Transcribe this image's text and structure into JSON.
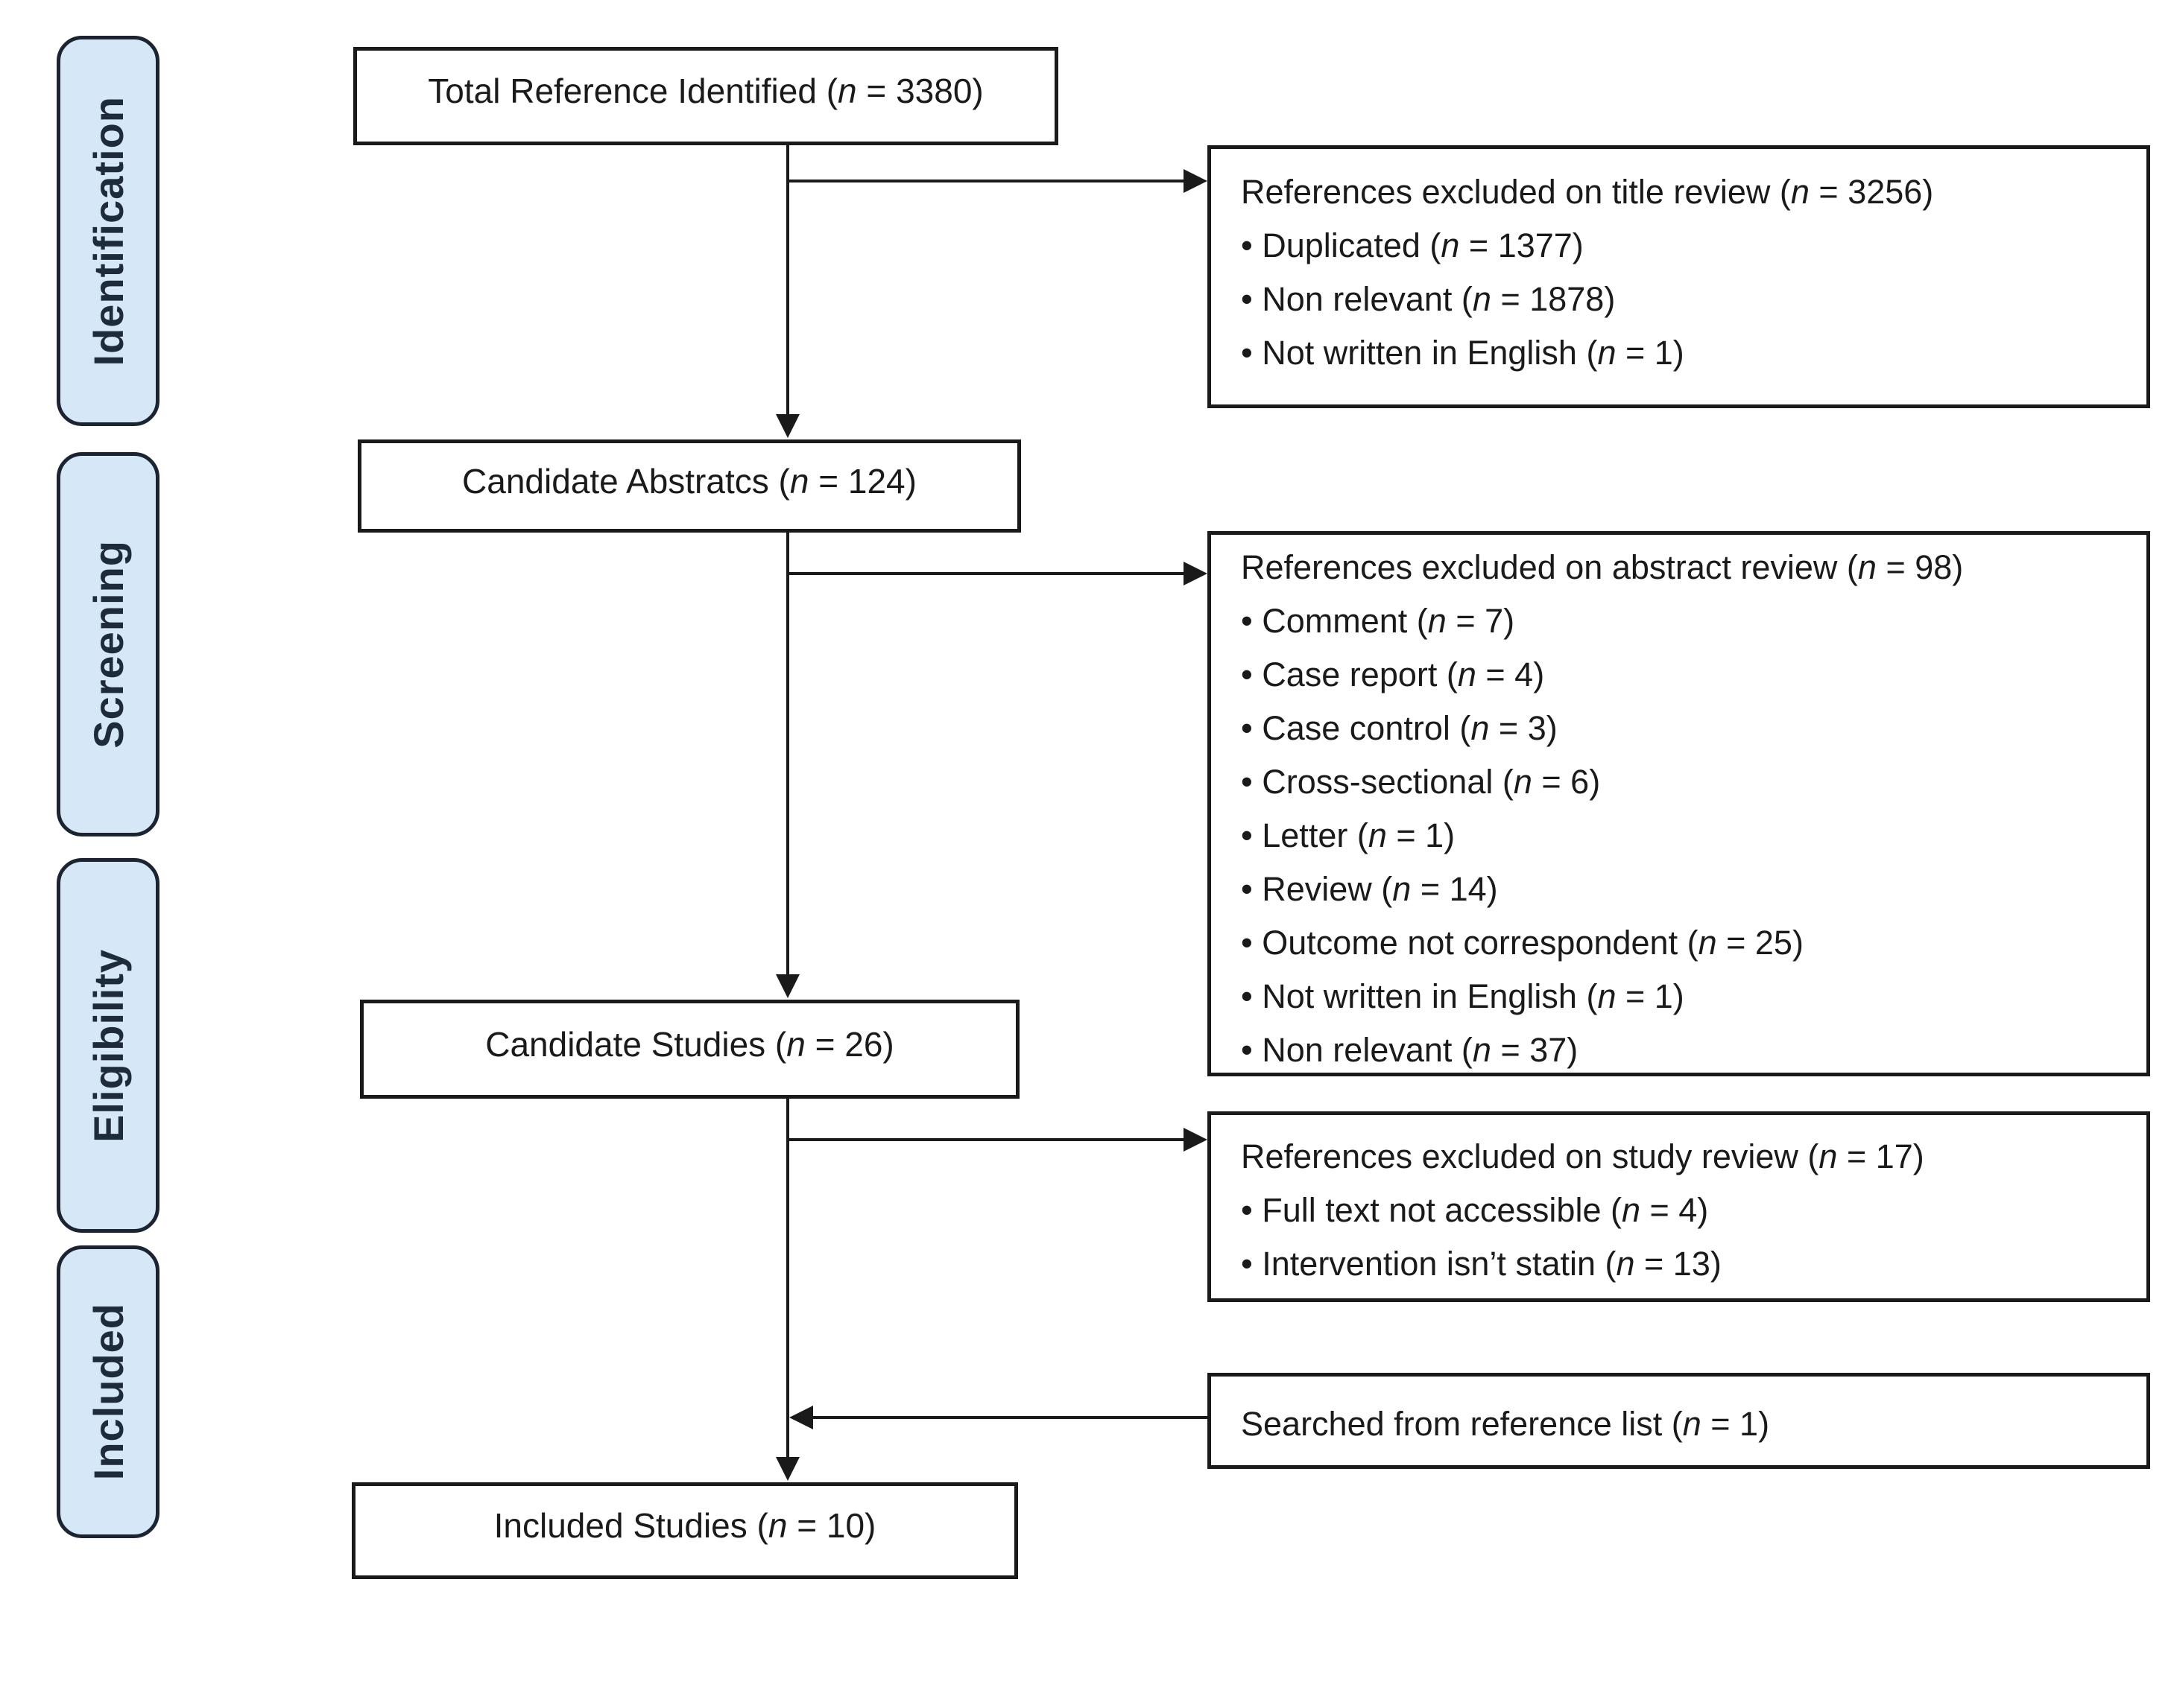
{
  "stage_rail": {
    "items": [
      {
        "label": "Identification"
      },
      {
        "label": "Screening"
      },
      {
        "label": "Eligibility"
      },
      {
        "label": "Included"
      }
    ]
  },
  "flow": {
    "boxes": [
      {
        "label": "Total Reference Identified (n = 3380)"
      },
      {
        "label": "Candidate Abstratcs (n = 124)"
      },
      {
        "label": "Candidate Studies (n = 26)"
      },
      {
        "label": "Included Studies (n = 10)"
      }
    ]
  },
  "side_boxes": [
    {
      "title": "References excluded on title review (n = 3256)",
      "items": [
        "• Duplicated (n = 1377)",
        "• Non relevant (n = 1878)",
        "• Not written in English (n = 1)"
      ]
    },
    {
      "title": "References excluded on abstract review (n = 98)",
      "items": [
        "• Comment (n = 7)",
        "• Case report (n = 4)",
        "• Case control (n = 3)",
        "• Cross-sectional (n = 6)",
        "• Letter (n = 1)",
        "• Review (n = 14)",
        "• Outcome not correspondent (n = 25)",
        "• Not written in English (n = 1)",
        "• Non relevant (n = 37)"
      ]
    },
    {
      "title": "References excluded on study review (n = 17)",
      "items": [
        "• Full text not accessible (n = 4)",
        "• Intervention isn’t statin (n = 13)"
      ]
    },
    {
      "title": "Searched from reference list (n = 1)",
      "items": []
    }
  ],
  "colors": {
    "stage_fill": "#d6e8f7",
    "stage_border": "#1b2430",
    "box_border": "#1a1a1a",
    "line": "#1a1a1a",
    "text": "#1a1a1a"
  }
}
